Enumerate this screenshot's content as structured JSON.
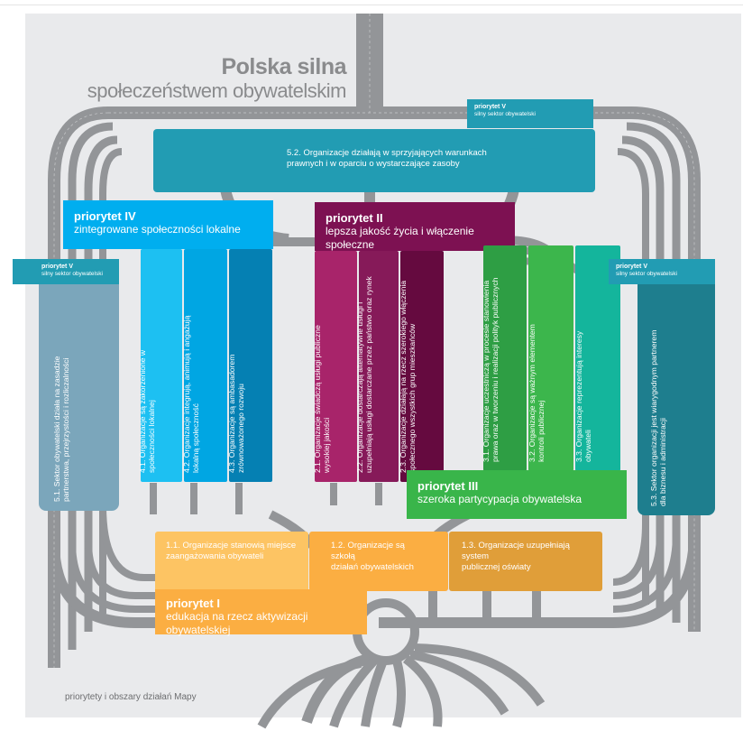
{
  "title": {
    "line1": "Polska silna",
    "line2": "społeczeństwem obywatelskim"
  },
  "colors": {
    "background": "#e9eaec",
    "road": "#939598",
    "priority_I": "#fbb040",
    "priority_II": "#7d1152",
    "priority_III": "#39b54a",
    "priority_IV": "#00aeef",
    "priority_V": "#229cb3"
  },
  "priorities": {
    "p1": {
      "label": "priorytet I",
      "name": "edukacja na rzecz aktywizacji obywatelskiej",
      "areas": [
        {
          "text_l1": "1.1. Organizacje stanowią miejsce",
          "text_l2": "zaangażowania obywateli",
          "color": "#fdc463"
        },
        {
          "text_l1": "1.2. Organizacje są szkołą",
          "text_l2": "działań obywatelskich",
          "color": "#fbae42"
        },
        {
          "text_l1": "1.3. Organizacje uzupełniają system",
          "text_l2": "publicznej oświaty",
          "color": "#e09e39"
        }
      ]
    },
    "p2": {
      "label": "priorytet II",
      "name": "lepsza jakość życia i włączenie społeczne",
      "areas": [
        {
          "text_l1": "2.1. Organizacje świadczą usługi publiczne",
          "text_l2": "wysokiej jakości",
          "color": "#a8246a"
        },
        {
          "text_l1": "2.2. Organizacje dostarczają alternatywne usługi i",
          "text_l2": "uzupełniają usługi dostarczane przez państwo oraz rynek",
          "color": "#861a59"
        },
        {
          "text_l1": "2.3. Organizacje działają na rzecz szerokiego włączenia",
          "text_l2": "społecznego wszystkich grup mieszkańców",
          "color": "#650a3f"
        }
      ]
    },
    "p3": {
      "label": "priorytet III",
      "name": "szeroka partycypacja obywatelska",
      "areas": [
        {
          "text_l1": "3.1. Organizacje uczestniczą w procesie stanowienia",
          "text_l2": "prawa oraz w tworzeniu i realizacji polityk publicznych",
          "color": "#2e9e44"
        },
        {
          "text_l1": "3.2. Organizacje są ważnym elementem",
          "text_l2": "kontroli publicznej",
          "color": "#3cb64c"
        },
        {
          "text_l1": "3.3. Organizacje reprezentują interesy",
          "text_l2": "obywateli",
          "color": "#14b59c"
        }
      ]
    },
    "p4": {
      "label": "priorytet IV",
      "name": "zintegrowane społeczności lokalne",
      "areas": [
        {
          "text_l1": "4.1. Organizacje są zakorzenione w",
          "text_l2": "społeczności lokalnej",
          "color": "#1dc0f2"
        },
        {
          "text_l1": "4.2. Organizacje integrują, animują i angażują",
          "text_l2": "lokalną społeczność",
          "color": "#00a6e3"
        },
        {
          "text_l1": "4.3. Organizacje są ambasadorem",
          "text_l2": "zrównoważonego rozwoju",
          "color": "#0580b3"
        }
      ]
    },
    "p5": {
      "label": "priorytet V",
      "name": "silny sektor obywatelski",
      "areas": [
        {
          "text_l1": "5.1. Sektor obywatelski działa na zasadzie",
          "text_l2": "partnerstwa, przejrzystości i rozliczalności",
          "color": "#7ba6bb"
        },
        {
          "text_l1": "5.2. Organizacje działają w sprzyjających warunkach",
          "text_l2": "prawnych i w oparciu o wystarczające zasoby",
          "color": "#229cb3"
        },
        {
          "text_l1": "5.3. Sektor organizacji jest wiarygodnym partnerem",
          "text_l2": "dla biznesu i administracji",
          "color": "#1e7e8e"
        }
      ]
    }
  },
  "footer": "priorytety i obszary działań Mapy"
}
